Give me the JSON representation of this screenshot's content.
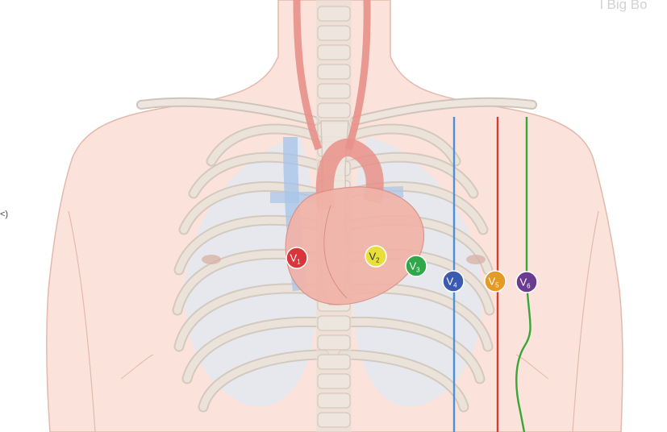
{
  "fragments": {
    "left_edge": "<)",
    "watermark": "l Big Bo"
  },
  "electrodes": [
    {
      "id": "v1",
      "letter": "V",
      "sub": "1",
      "color": "#d8363a"
    },
    {
      "id": "v2",
      "letter": "V",
      "sub": "2",
      "color": "#e8df3a",
      "text_color": "#333333"
    },
    {
      "id": "v3",
      "letter": "V",
      "sub": "3",
      "color": "#2fa84a"
    },
    {
      "id": "v4",
      "letter": "V",
      "sub": "4",
      "color": "#3b5bb0"
    },
    {
      "id": "v5",
      "letter": "V",
      "sub": "5",
      "color": "#e59a25"
    },
    {
      "id": "v6",
      "letter": "V",
      "sub": "6",
      "color": "#6b3a92"
    }
  ],
  "reference_lines": [
    {
      "id": "mid-clavicular-line",
      "color": "#4a90d9"
    },
    {
      "id": "anterior-axillary-line",
      "color": "#d83a2e"
    },
    {
      "id": "mid-axillary-line",
      "color": "#3aa63a"
    }
  ],
  "colors": {
    "skin": "#fbe3dc",
    "skin_outline": "#e2b9ac",
    "bone": "#eae2da",
    "bone_outline": "#cfc4b8",
    "artery": "#e8908a",
    "vein": "#a9c4e8",
    "heart": "#f1b3a8",
    "lung": "#dfe9f3"
  }
}
